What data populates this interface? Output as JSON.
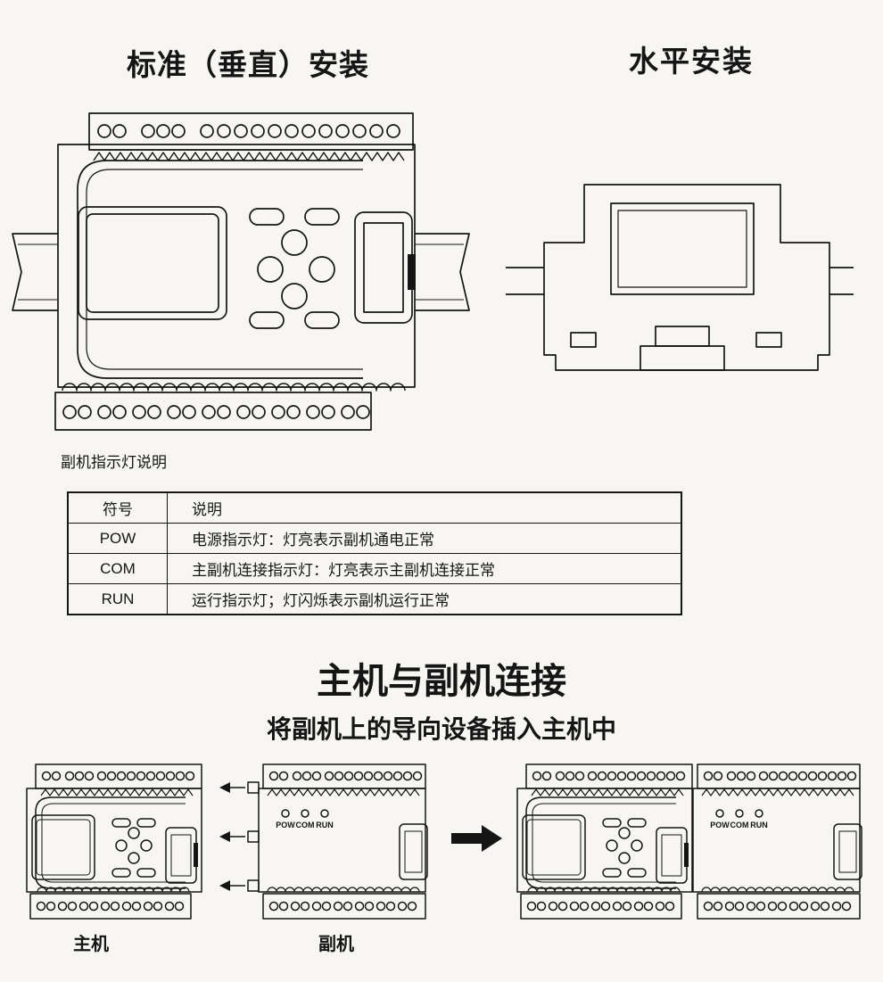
{
  "colors": {
    "ink": "#151515",
    "paper": "#f7f6f2"
  },
  "titles": {
    "vertical": "标准（垂直）安装",
    "horizontal": "水平安装"
  },
  "indicator_table": {
    "caption": "副机指示灯说明",
    "col_symbol": "符号",
    "col_desc": "说明",
    "rows": [
      {
        "symbol": "POW",
        "desc": "电源指示灯：灯亮表示副机通电正常"
      },
      {
        "symbol": "COM",
        "desc": "主副机连接指示灯：灯亮表示主副机连接正常"
      },
      {
        "symbol": "RUN",
        "desc": "运行指示灯；灯闪烁表示副机运行正常"
      }
    ]
  },
  "connection": {
    "title": "主机与副机连接",
    "subtitle": "将副机上的导向设备插入主机中",
    "label_main": "主机",
    "label_secondary": "副机",
    "indicators": [
      "POW",
      "COM",
      "RUN"
    ]
  }
}
